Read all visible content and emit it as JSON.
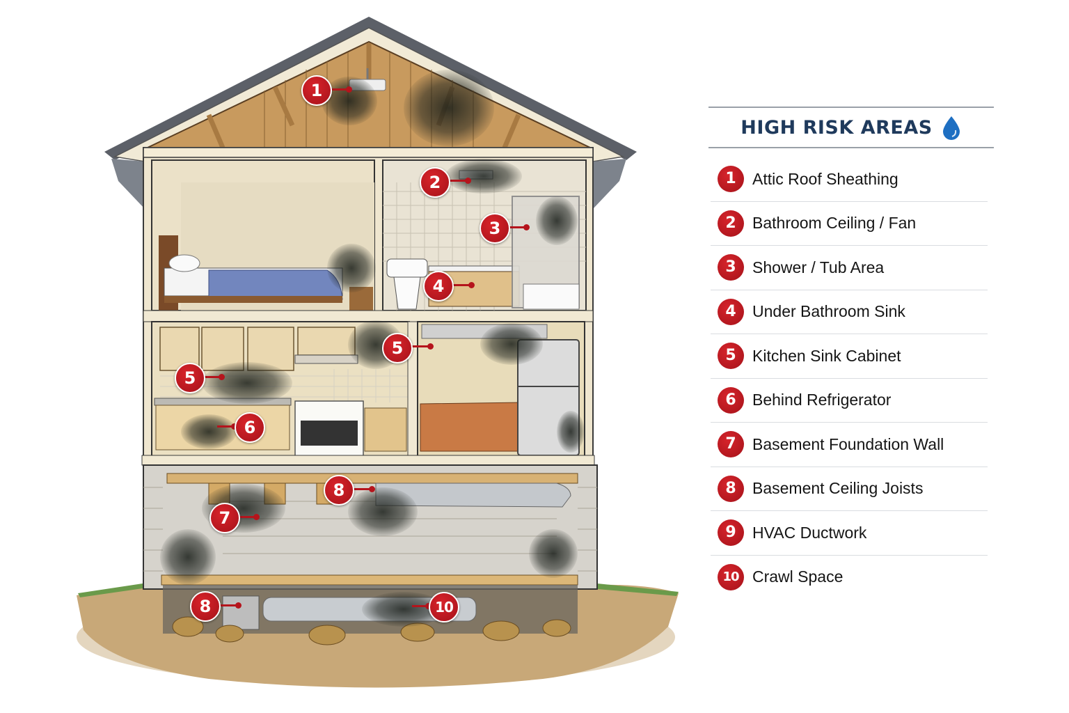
{
  "legend": {
    "title": "HIGH RISK AREAS",
    "title_icon": "water-drop-icon",
    "colors": {
      "title": "#1f3a5c",
      "badge": "#c01820",
      "drop": "#1e6fc2",
      "rule": "#9aa0a8"
    },
    "items": [
      {
        "number": "1",
        "label": "Attic Roof Sheathing"
      },
      {
        "number": "2",
        "label": "Bathroom Ceiling / Fan"
      },
      {
        "number": "3",
        "label": "Shower / Tub Area"
      },
      {
        "number": "4",
        "label": "Under Bathroom Sink"
      },
      {
        "number": "5",
        "label": "Kitchen Sink Cabinet"
      },
      {
        "number": "6",
        "label": "Behind Refrigerator"
      },
      {
        "number": "7",
        "label": "Basement Foundation Wall"
      },
      {
        "number": "8",
        "label": "Basement Ceiling Joists"
      },
      {
        "number": "9",
        "label": "HVAC Ductwork"
      },
      {
        "number": "10",
        "label": "Crawl Space"
      }
    ]
  },
  "diagram": {
    "rooms": [
      "Attic",
      "Bedroom",
      "Bathroom",
      "Kitchen",
      "Living Room",
      "Basement",
      "Crawl Space"
    ],
    "markers": [
      {
        "number": "1",
        "area": "attic-vent"
      },
      {
        "number": "2",
        "area": "bathroom-fan"
      },
      {
        "number": "3",
        "area": "shower"
      },
      {
        "number": "4",
        "area": "bathroom-vanity"
      },
      {
        "number": "5",
        "area": "kitchen-backsplash"
      },
      {
        "number": "5",
        "area": "living-room-wall"
      },
      {
        "number": "6",
        "area": "kitchen-sink-cabinet"
      },
      {
        "number": "8",
        "area": "basement-joists"
      },
      {
        "number": "7",
        "area": "basement-wall"
      },
      {
        "number": "8",
        "area": "crawl-space-panel"
      },
      {
        "number": "10",
        "area": "crawl-space-duct"
      }
    ]
  }
}
